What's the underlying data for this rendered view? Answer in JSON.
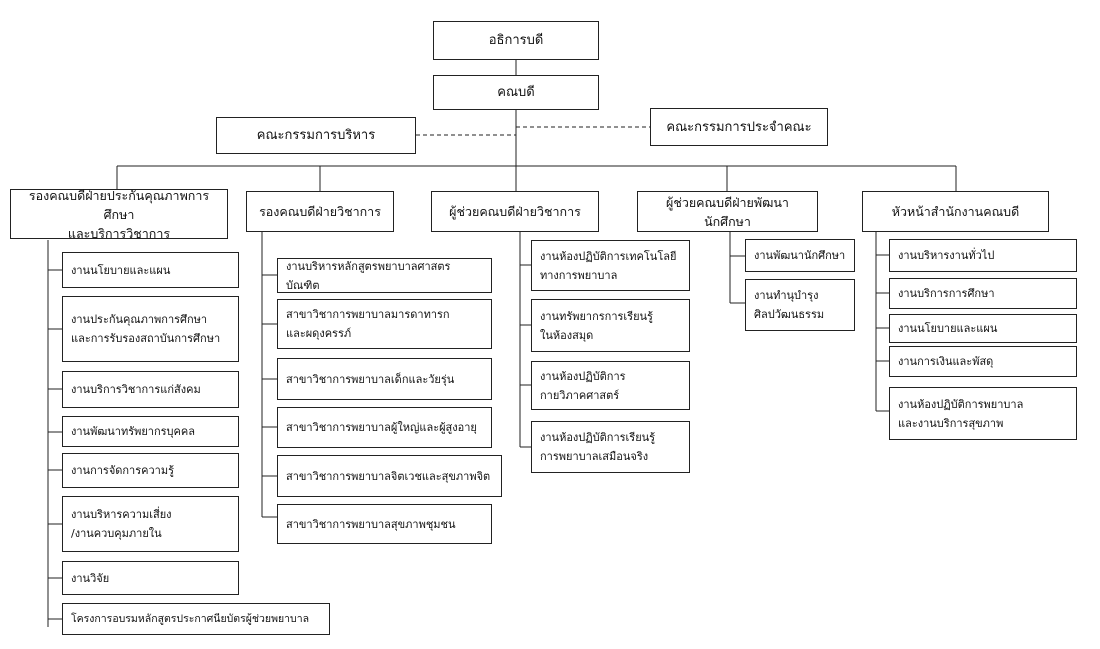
{
  "top": {
    "dean": "อธิการบดี",
    "faculty_head": "คณบดี",
    "exec_committee": "คณะกรรมการบริหาร",
    "faculty_committee": "คณะกรรมการประจำคณะ"
  },
  "columns": [
    {
      "head": "รองคณบดีฝ่ายประกันคุณภาพการศึกษา\nและบริการวิชาการ",
      "items": [
        "งานนโยบายและแผน",
        "งานประกันคุณภาพการศึกษา\nและการรับรองสถาบันการศึกษา",
        "งานบริการวิชาการแก่สังคม",
        "งานพัฒนาทรัพยากรบุคคล",
        "งานการจัดการความรู้",
        "งานบริหารความเสี่ยง\n/งานควบคุมภายใน",
        "งานวิจัย",
        "โครงการอบรมหลักสูตรประกาศนียบัตรผู้ช่วยพยาบาล"
      ]
    },
    {
      "head": "รองคณบดีฝ่ายวิชาการ",
      "items": [
        "งานบริหารหลักสูตรพยาบาลศาสตรบัณฑิต",
        "สาขาวิชาการพยาบาลมารดาทารก\nและผดุงครรภ์",
        "สาขาวิชาการพยาบาลเด็กและวัยรุ่น",
        "สาขาวิชาการพยาบาลผู้ใหญ่และผู้สูงอายุ",
        "สาขาวิชาการพยาบาลจิตเวชและสุขภาพจิต",
        "สาขาวิชาการพยาบาลสุขภาพชุมชน"
      ]
    },
    {
      "head": "ผู้ช่วยคณบดีฝ่ายวิชาการ",
      "items": [
        "งานห้องปฏิบัติการเทคโนโลยี\nทางการพยาบาล",
        "งานทรัพยากรการเรียนรู้\nในห้องสมุด",
        "งานห้องปฏิบัติการ\nกายวิภาคศาสตร์",
        "งานห้องปฏิบัติการเรียนรู้\nการพยาบาลเสมือนจริง"
      ]
    },
    {
      "head": "ผู้ช่วยคณบดีฝ่ายพัฒนานักศึกษา",
      "items": [
        "งานพัฒนานักศึกษา",
        "งานทำนุบำรุง\nศิลปวัฒนธรรม"
      ]
    },
    {
      "head": "หัวหน้าสำนักงานคณบดี",
      "items": [
        "งานบริหารงานทั่วไป",
        "งานบริการการศึกษา",
        "งานนโยบายและแผน",
        "งานการเงินและพัสดุ",
        "งานห้องปฏิบัติการพยาบาล\nและงานบริการสุขภาพ"
      ]
    }
  ]
}
